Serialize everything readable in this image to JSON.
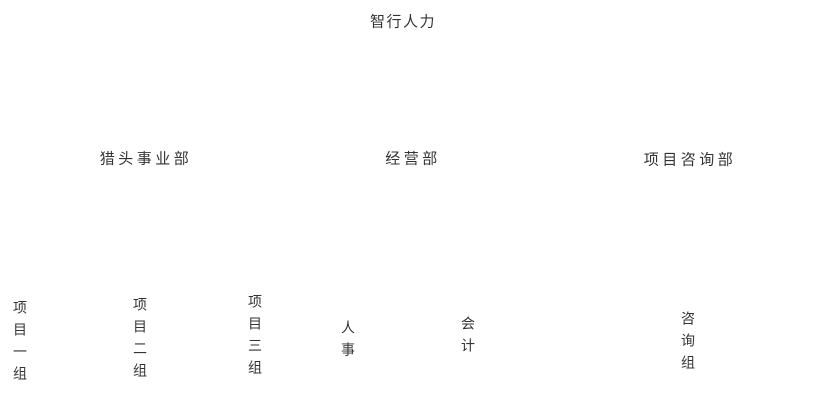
{
  "org_chart": {
    "type": "tree",
    "orientation": "top-down",
    "background": "#ffffff",
    "text_color": "#333333",
    "edges_visible": false,
    "root": {
      "label": "智行人力",
      "children": [
        {
          "label": "猎头事业部",
          "children": [
            {
              "label": "项目一组"
            },
            {
              "label": "项目二组"
            },
            {
              "label": "项目三组"
            }
          ]
        },
        {
          "label": "经营部",
          "children": [
            {
              "label": "人事"
            },
            {
              "label": "会计"
            }
          ]
        },
        {
          "label": "项目咨询部",
          "children": [
            {
              "label": "咨询组"
            }
          ]
        }
      ]
    }
  }
}
